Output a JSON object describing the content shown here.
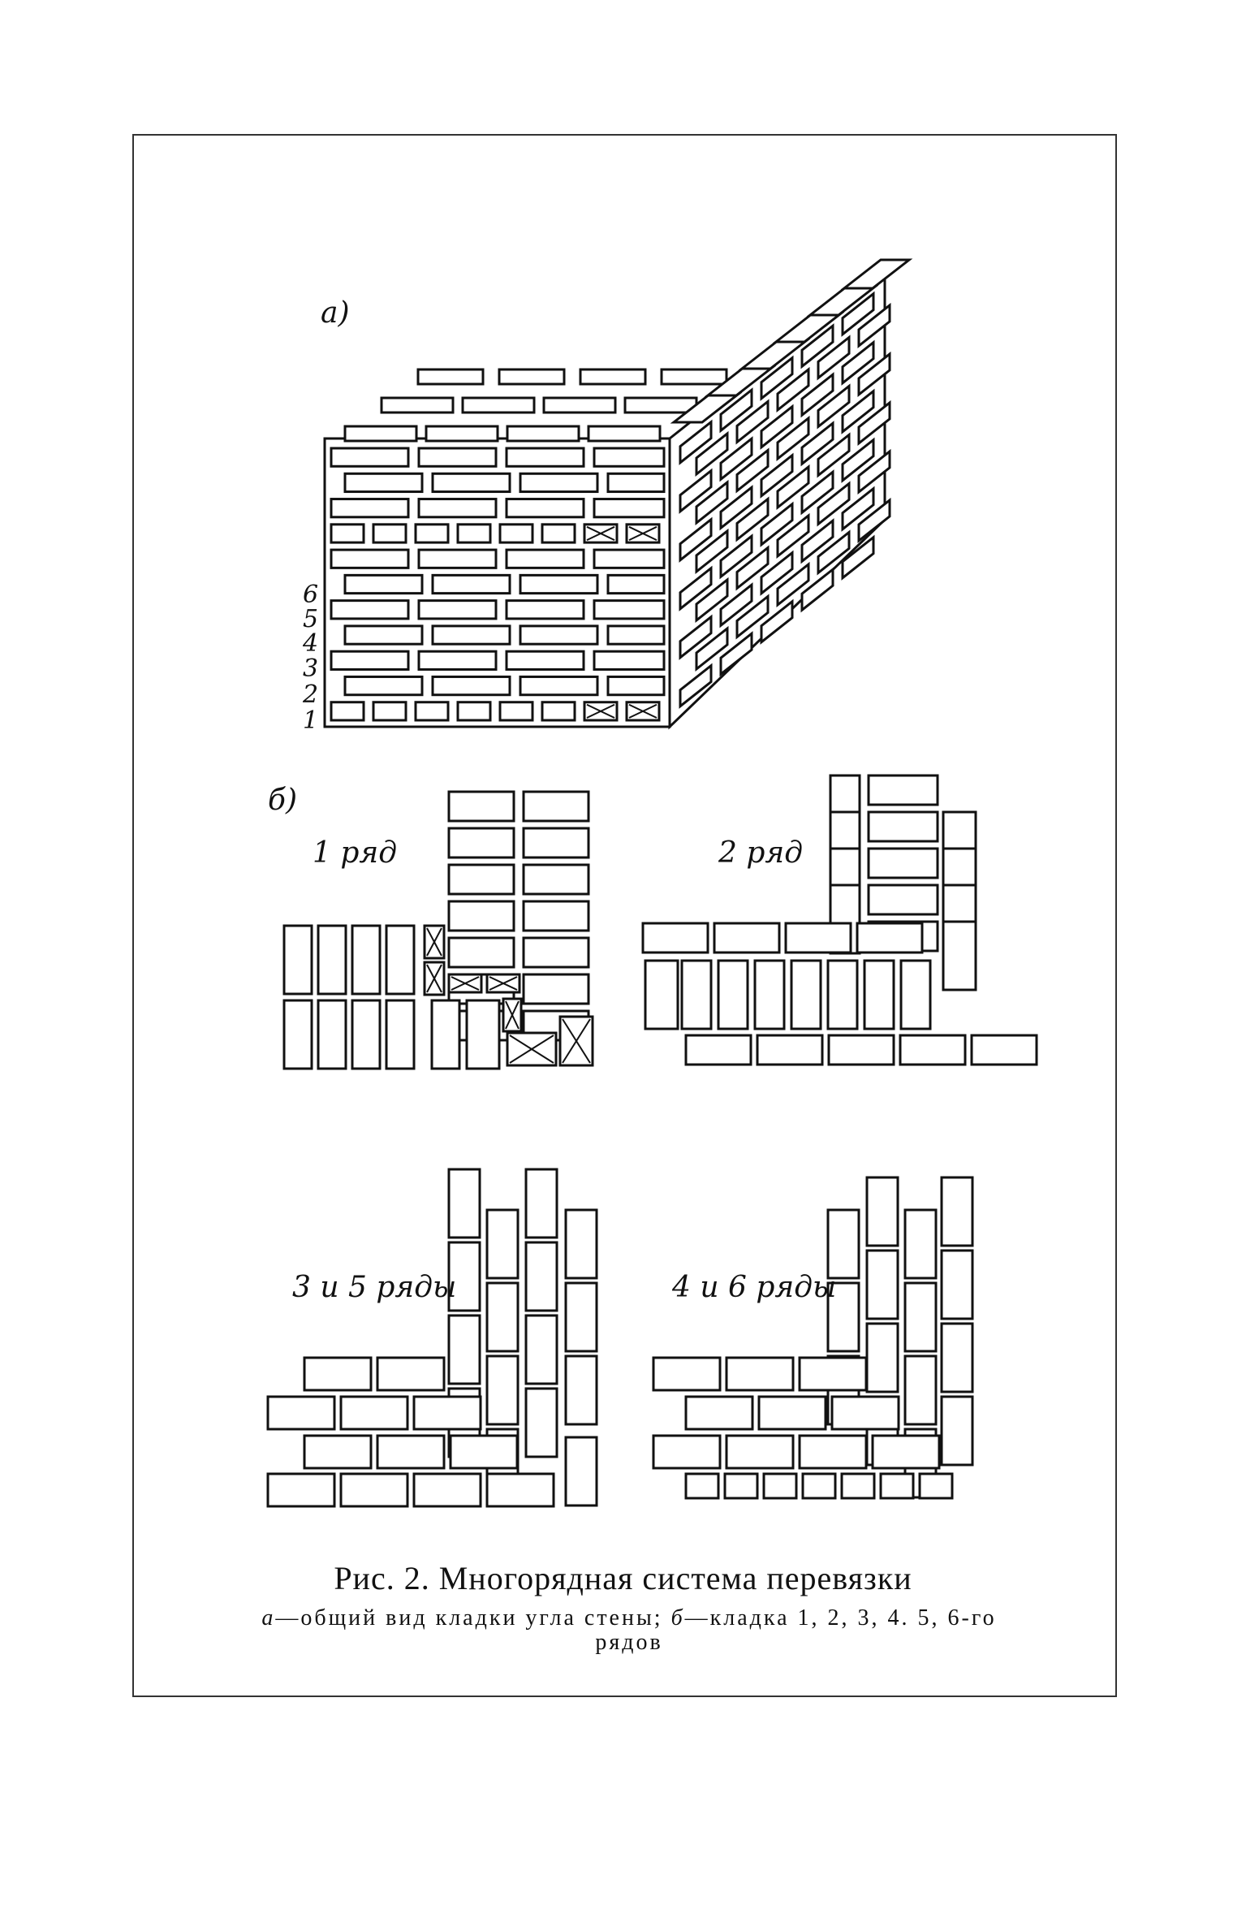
{
  "labels": {
    "part_a": "а)",
    "part_b": "б)",
    "row1": "1 ряд",
    "row2": "2 ряд",
    "row35": "3 и 5 ряды",
    "row46": "4 и 6 ряды"
  },
  "row_numbers": [
    "6",
    "5",
    "4",
    "3",
    "2",
    "1"
  ],
  "caption": {
    "title": "Рис. 2. Многорядная система перевязки",
    "sub_a_marker": "а",
    "sub_a_text": "—общий вид кладки угла стены;",
    "sub_b_marker": "б",
    "sub_b_text": "—кладка 1, 2, 3, 4. 5, 6-го рядов"
  }
}
